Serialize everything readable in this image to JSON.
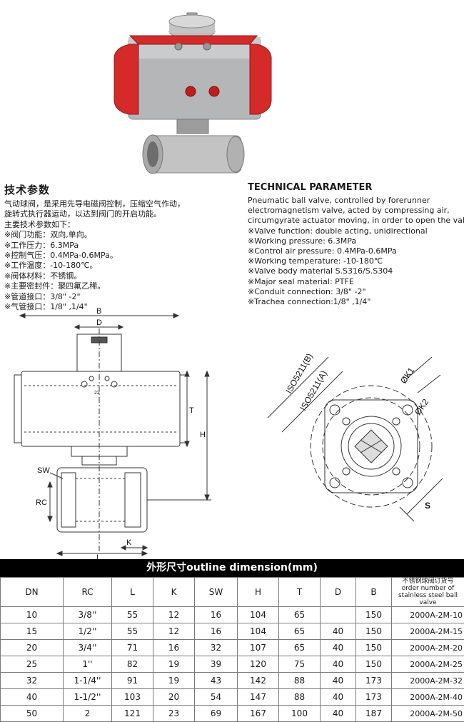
{
  "cn": {
    "title": "技术参数",
    "lines": [
      "气动球阀，是采用先导电磁阀控制，压缩空气作动，",
      "旋转式执行器运动，以达到阀门的开启功能。",
      "主要技术参数如下：",
      "※阀门功能：双向,单向。",
      "※工作压力：6.3MPa",
      "※控制气压：0.4MPa-0.6MPa。",
      "※工作温度：-10-180℃。",
      "※阀体材料：不锈钢。",
      "※主要密封件：聚四氟乙稀。",
      "※管道接口：3/8\" -2\"",
      "※气管接口：1/8\" ,1/4\""
    ]
  },
  "en": {
    "title": "TECHNICAL PARAMETER",
    "lines": [
      "Pneumatic ball valve, controlled by forerunner",
      "electromagnetism valve, acted by compressing air,",
      "circumgyrate actuator moving, in order to open the valve.",
      "※Valve function: double acting, unidirectional",
      " ※Working pressure: 6.3MPa",
      "※Control air pressure: 0.4MPa-0.6MPa",
      "※Working temperature: -10-180℃",
      "※Valve body material S.S316/S.S304",
      "※Major seal material: PTFE",
      "※Conduit connection: 3/8\" -2\"",
      "※Trachea connection:1/8\" ,1/4\""
    ]
  },
  "drawing_left": {
    "B": "B",
    "D": "D",
    "T": "T",
    "H": "H",
    "SW": "SW",
    "RC": "RC",
    "K": "K",
    "L": "L",
    "dim_small": "22"
  },
  "drawing_right": {
    "iso_b": "ISO5211(B)",
    "iso_a": "ISO5211(A)",
    "k1": "ØK1",
    "k2": "ØK2",
    "s": "S"
  },
  "table": {
    "title": "外形尺寸outline dimension(mm)",
    "headers": [
      "DN",
      "RC",
      "L",
      "K",
      "SW",
      "H",
      "T",
      "D",
      "B"
    ],
    "order_header": [
      "不锈钢球阀订货号",
      "order number of",
      "stainless steel ball valve"
    ],
    "rows": [
      [
        "10",
        "3/8''",
        "55",
        "12",
        "16",
        "104",
        "65",
        "",
        "150",
        "2000A-2M-10"
      ],
      [
        "15",
        "1/2''",
        "55",
        "12",
        "16",
        "104",
        "65",
        "40",
        "150",
        "2000A-2M-15"
      ],
      [
        "20",
        "3/4''",
        "71",
        "16",
        "32",
        "107",
        "65",
        "40",
        "150",
        "2000A-2M-20"
      ],
      [
        "25",
        "1''",
        "82",
        "19",
        "39",
        "120",
        "75",
        "40",
        "150",
        "2000A-2M-25"
      ],
      [
        "32",
        "1-1/4''",
        "91",
        "19",
        "43",
        "142",
        "88",
        "40",
        "173",
        "2000A-2M-32"
      ],
      [
        "40",
        "1-1/2''",
        "103",
        "20",
        "54",
        "147",
        "88",
        "40",
        "173",
        "2000A-2M-40"
      ],
      [
        "50",
        "2",
        "121",
        "23",
        "69",
        "167",
        "100",
        "40",
        "187",
        "2000A-2M-50"
      ]
    ]
  }
}
